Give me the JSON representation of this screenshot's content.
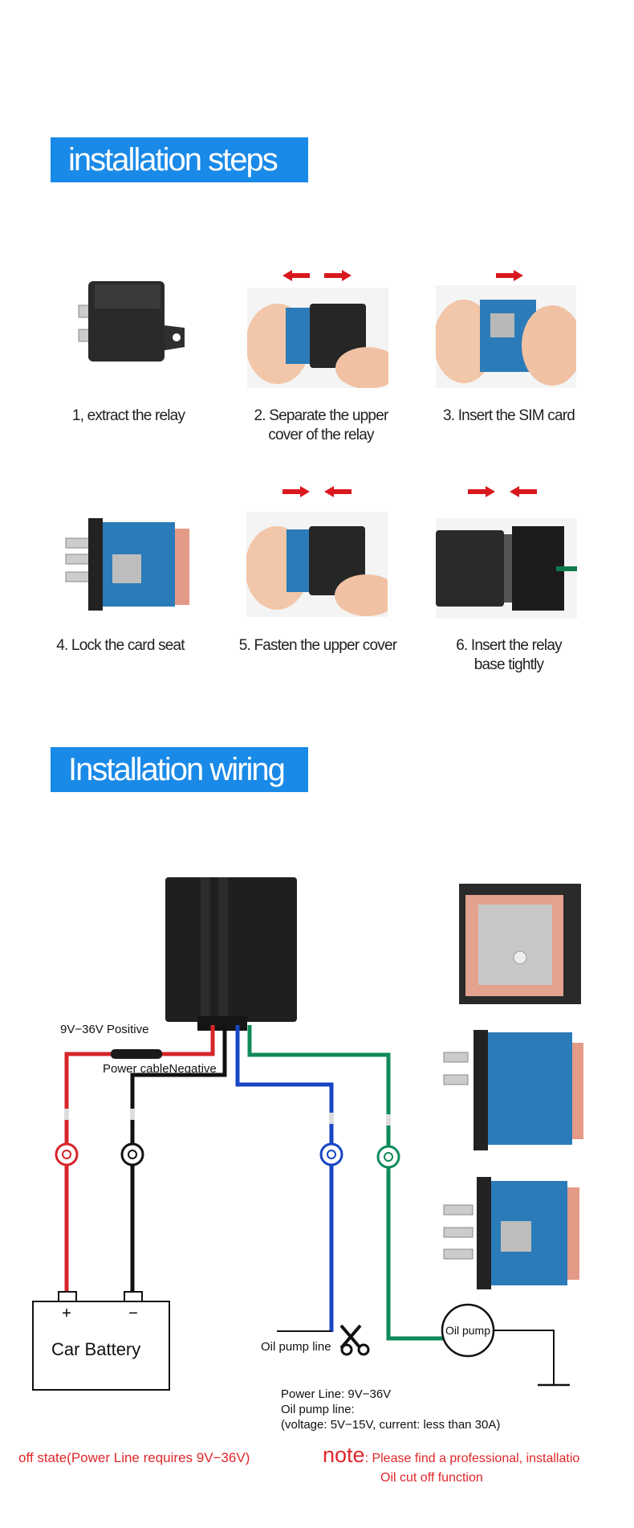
{
  "section1": {
    "title": "installation steps"
  },
  "steps": [
    {
      "caption_line1": "1, extract the relay",
      "caption_line2": ""
    },
    {
      "caption_line1": "2. Separate the upper",
      "caption_line2": "cover of the relay"
    },
    {
      "caption_line1": "3. Insert the SIM card",
      "caption_line2": ""
    },
    {
      "caption_line1": "4. Lock the card seat",
      "caption_line2": ""
    },
    {
      "caption_line1": "5. Fasten the upper cover",
      "caption_line2": ""
    },
    {
      "caption_line1": "6. Insert the relay",
      "caption_line2": "base tightly"
    }
  ],
  "section2": {
    "title": "Installation wiring"
  },
  "wiring": {
    "positive_label": "9V−36V Positive",
    "negative_label": "Power cableNegative",
    "battery_label": "Car Battery",
    "plus": "+",
    "minus": "−",
    "oil_pump_line_label": "Oil pump line",
    "oil_pump_label": "Oil pump",
    "spec_line1": "Power Line: 9V−36V",
    "spec_line2": "Oil pump line:",
    "spec_line3": "(voltage: 5V−15V, current: less than 30A)",
    "wire_colors": {
      "red": "#d6252a",
      "black": "#111111",
      "blue": "#1646c4",
      "green": "#0f8a5a"
    }
  },
  "notes": {
    "left": "off state(Power Line requires 9V−36V)",
    "note_word": "note",
    "right_line1": ": Please find a professional, installatio",
    "right_line2": "Oil cut off function"
  },
  "colors": {
    "banner": "#1a8ae8",
    "arrow": "#d9181e",
    "note": "#e0262a"
  }
}
